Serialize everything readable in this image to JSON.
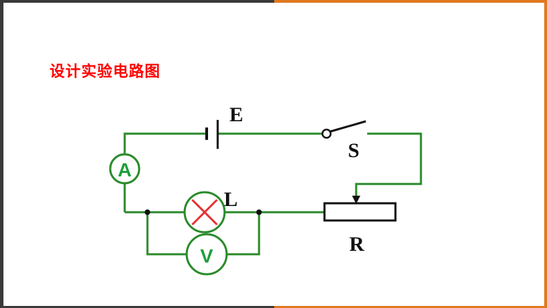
{
  "slide": {
    "title": "设计实验电路图",
    "accent_color": "#ff0000",
    "frame_colors": {
      "dark": "#3a3a3a",
      "orange": "#e07820"
    }
  },
  "circuit": {
    "labels": {
      "battery": "E",
      "switch": "S",
      "lamp": "L",
      "rheostat": "R",
      "ammeter": "A",
      "voltmeter": "V"
    },
    "wire_color": "#2a8a2a",
    "meter_text_color": "#1d9e3a",
    "lamp_cross_color": "#e53030"
  }
}
